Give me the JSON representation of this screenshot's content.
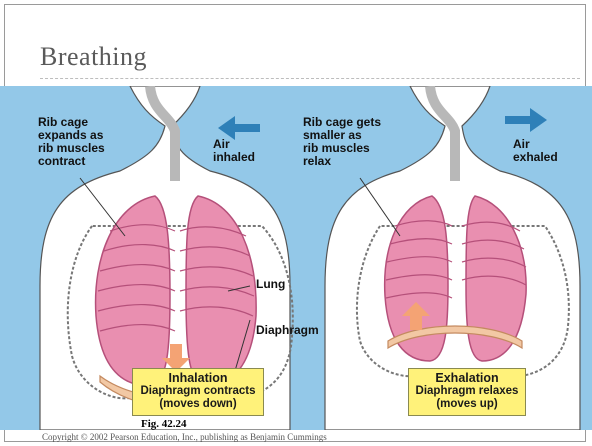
{
  "slide": {
    "title": "Breathing",
    "figure_label": "Fig. 42.24",
    "copyright": "Copyright © 2002 Pearson Education, Inc., publishing as Benjamin Cummings"
  },
  "inhalation": {
    "rib_label": "Rib cage\nexpands as\nrib muscles\ncontract",
    "air_label": "Air\ninhaled",
    "lung_label": "Lung",
    "diaphragm_label": "Diaphragm",
    "caption_title": "Inhalation",
    "caption_text": "Diaphragm contracts\n(moves down)"
  },
  "exhalation": {
    "rib_label": "Rib cage gets\nsmaller as\nrib muscles\nrelax",
    "air_label": "Air\nexhaled",
    "caption_title": "Exhalation",
    "caption_text": "Diaphragm relaxes\n(moves up)"
  },
  "colors": {
    "background": "#93c8e8",
    "lung": "#e98fb0",
    "diaphragm": "#f2c8a4",
    "arrow_air": "#2e80b8",
    "arrow_diaphragm": "#f4a374",
    "caption_box": "#fff27a"
  }
}
